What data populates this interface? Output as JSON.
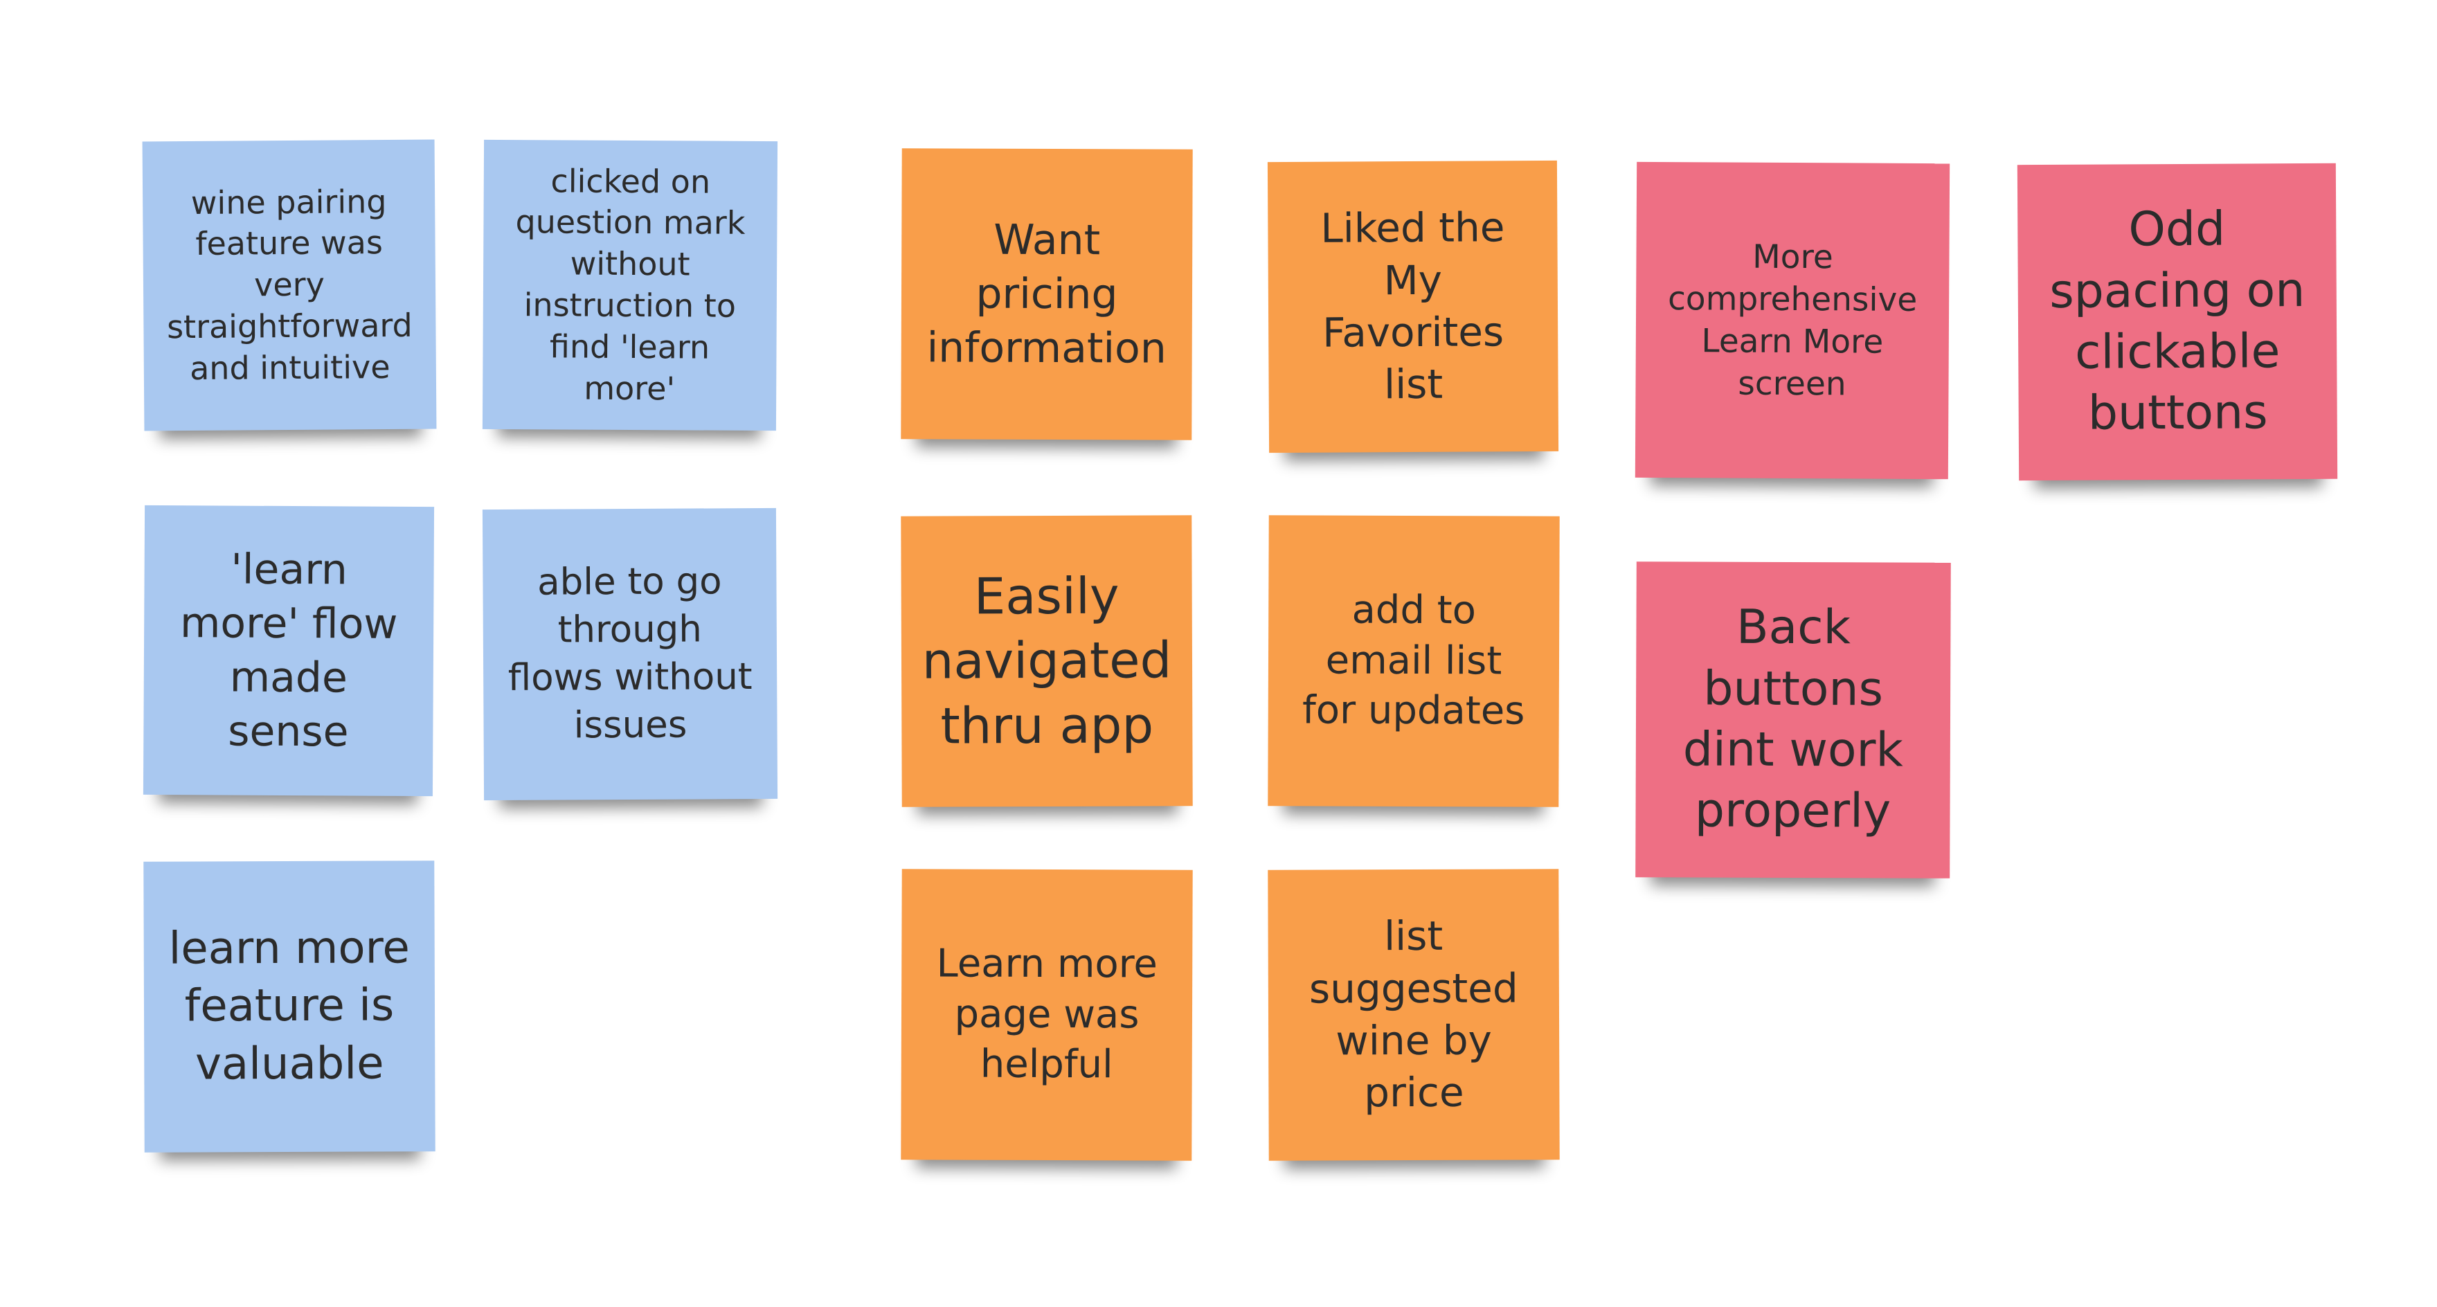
{
  "colors": {
    "blue": "#a9c8f0",
    "orange": "#f99e4a",
    "pink": "#ee6f84"
  },
  "notes": {
    "n1": "wine pairing\nfeature was very\nstraightforward\nand intuitive",
    "n2": "clicked on\nquestion mark\nwithout\ninstruction to\nfind 'learn more'",
    "n3": "'learn\nmore' flow\nmade\nsense",
    "n4": "able to go\nthrough\nflows without\nissues",
    "n5": "learn more\nfeature is\nvaluable",
    "n6": "Want\npricing\ninformation",
    "n7": "Liked the\nMy\nFavorites\nlist",
    "n8": "Easily\nnavigated\nthru app",
    "n9": "add to\nemail list\nfor updates",
    "n10": "Learn more\npage was\nhelpful",
    "n11": "list\nsuggested\nwine by\nprice",
    "n12": "More\ncomprehensive\nLearn More\nscreen",
    "n13": "Odd\nspacing on\nclickable\nbuttons",
    "n14": "Back\nbuttons\ndint work\nproperly"
  }
}
